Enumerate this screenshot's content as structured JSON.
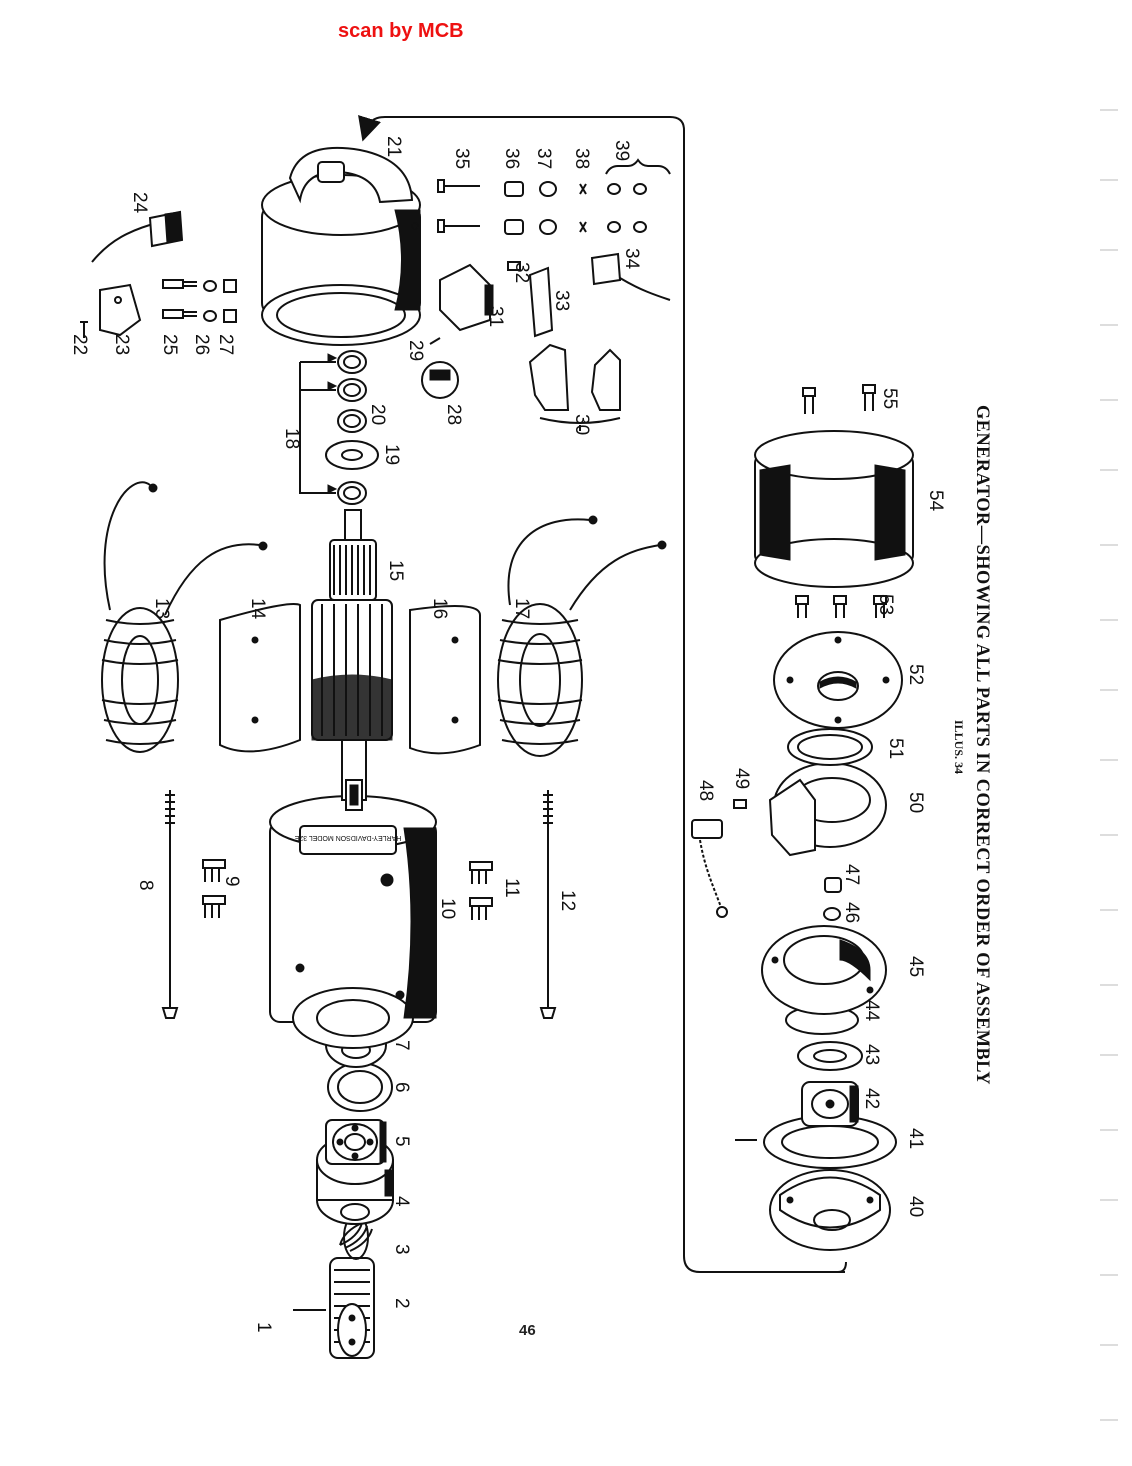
{
  "header": {
    "scan_credit": "scan by MCB"
  },
  "figure": {
    "illus_label": "ILLUS. 34",
    "caption": "GENERATOR—SHOWING ALL PARTS IN CORRECT ORDER OF ASSEMBLY",
    "nameplate_text": "HARLEY-DAVIDSON MODEL 32E"
  },
  "callouts": [
    "1",
    "2",
    "3",
    "4",
    "5",
    "6",
    "7",
    "8",
    "9",
    "10",
    "11",
    "12",
    "13",
    "14",
    "15",
    "16",
    "17",
    "18",
    "19",
    "20",
    "21",
    "22",
    "23",
    "24",
    "25",
    "26",
    "27",
    "28",
    "29",
    "30",
    "31",
    "32",
    "33",
    "34",
    "35",
    "36",
    "37",
    "38",
    "39",
    "40",
    "41",
    "42",
    "43",
    "44",
    "45",
    "46",
    "47",
    "48",
    "49",
    "50",
    "51",
    "52",
    "53",
    "54",
    "55"
  ],
  "footer": {
    "page_number": "46"
  },
  "colors": {
    "ink": "#111111",
    "scan_credit": "#ee1111"
  }
}
